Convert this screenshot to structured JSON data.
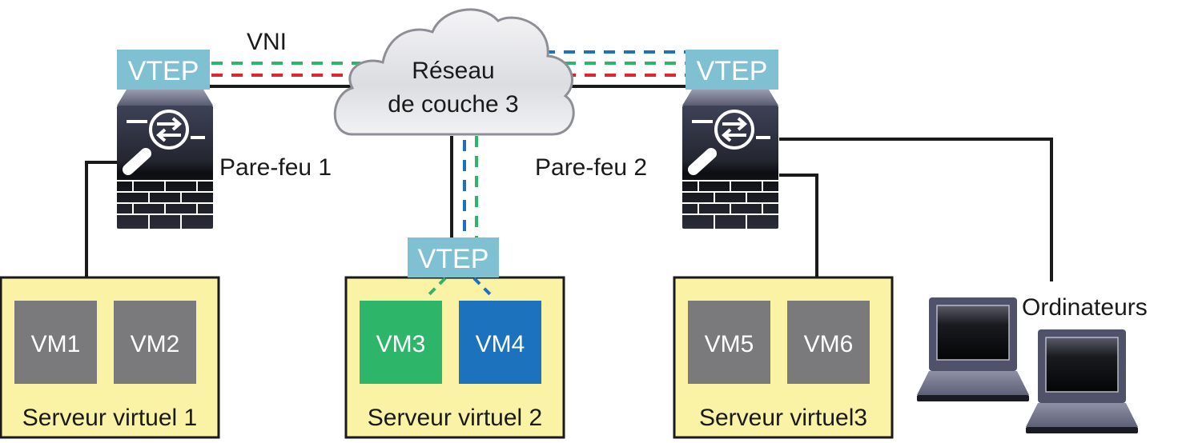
{
  "labels": {
    "vni": "VNI",
    "cloud_line1": "Réseau",
    "cloud_line2": "de couche 3",
    "firewall1": "Pare-feu 1",
    "firewall2": "Pare-feu 2",
    "computers": "Ordinateurs"
  },
  "vteps": [
    {
      "label": "VTEP"
    },
    {
      "label": "VTEP"
    },
    {
      "label": "VTEP"
    }
  ],
  "servers": [
    {
      "label": "Serveur virtuel 1",
      "vms": [
        {
          "label": "VM1",
          "color": "#7a7a7c"
        },
        {
          "label": "VM2",
          "color": "#7a7a7c"
        }
      ]
    },
    {
      "label": "Serveur virtuel 2",
      "vms": [
        {
          "label": "VM3",
          "color": "#2db56a"
        },
        {
          "label": "VM4",
          "color": "#1c72bc"
        }
      ]
    },
    {
      "label": "Serveur virtuel3",
      "vms": [
        {
          "label": "VM5",
          "color": "#7a7a7c"
        },
        {
          "label": "VM6",
          "color": "#7a7a7c"
        }
      ]
    }
  ],
  "colors": {
    "vtep": "#7fc0d3",
    "server_bg": "#faf2a4",
    "tunnel_green": "#2db56a",
    "tunnel_red": "#e32428",
    "tunnel_blue": "#1c72bc",
    "link": "#1a1a1a"
  }
}
